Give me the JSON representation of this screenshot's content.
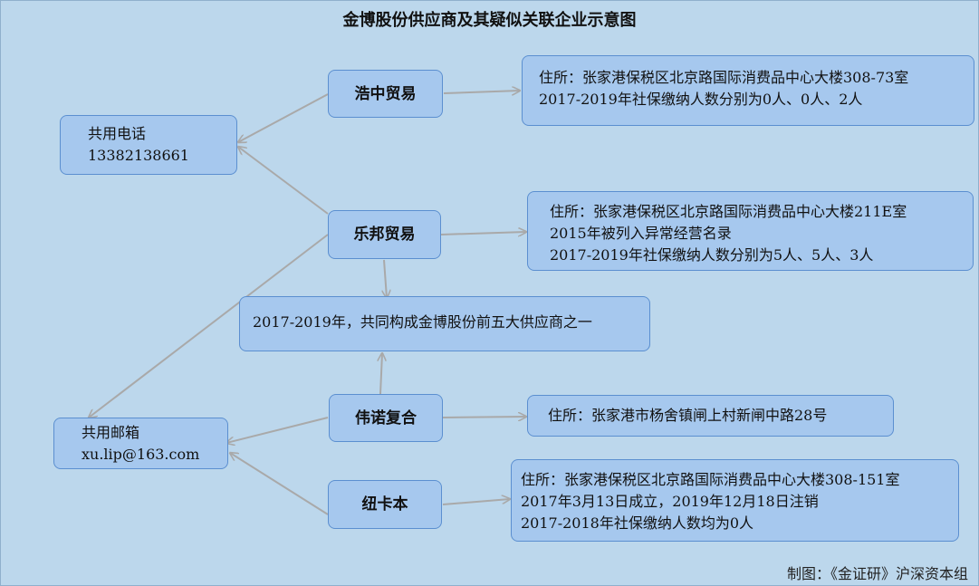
{
  "title": "金博股份供应商及其疑似关联企业示意图",
  "credit": "制图：《金证研》沪深资本组",
  "shared_phone": {
    "label": "共用电话",
    "value": "13382138661"
  },
  "shared_email": {
    "label": "共用邮箱",
    "value": "xu.lip@163.com"
  },
  "center_note": "2017-2019年，共同构成金博股份前五大供应商之一",
  "companies": [
    {
      "name": "浩中贸易",
      "details": [
        "住所：张家港保税区北京路国际消费品中心大楼308-73室",
        "2017-2019年社保缴纳人数分别为0人、0人、2人"
      ]
    },
    {
      "name": "乐邦贸易",
      "details": [
        "住所：张家港保税区北京路国际消费品中心大楼211E室",
        "2015年被列入异常经营名录",
        "2017-2019年社保缴纳人数分别为5人、5人、3人"
      ]
    },
    {
      "name": "伟诺复合",
      "details": [
        "住所：张家港市杨舍镇闸上村新闸中路28号"
      ]
    },
    {
      "name": "纽卡本",
      "details": [
        "住所：张家港保税区北京路国际消费品中心大楼308-151室",
        "2017年3月13日成立，2019年12月18日注销",
        "2017-2018年社保缴纳人数均为0人"
      ]
    }
  ],
  "colors": {
    "background": "#bcd7ec",
    "box_fill": "#a6c8ee",
    "box_border": "#5b8fd0",
    "arrow": "#a9a9a9"
  }
}
